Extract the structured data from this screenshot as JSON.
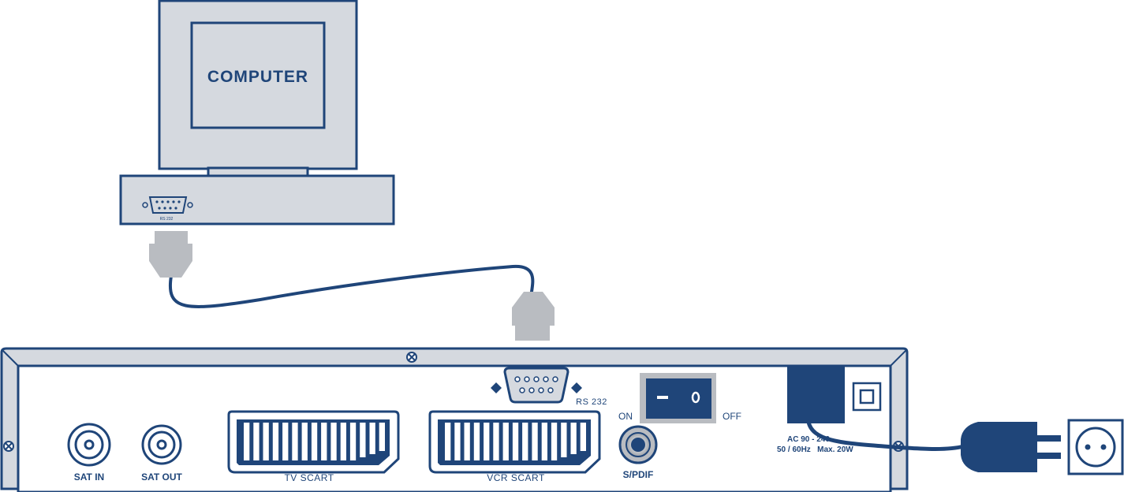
{
  "computer": {
    "screen_label": "COMPUTER",
    "port_label": "RS 232"
  },
  "receiver": {
    "ports": {
      "sat_in": "SAT IN",
      "sat_out": "SAT OUT",
      "tv_scart": "TV SCART",
      "vcr_scart": "VCR SCART",
      "rs232": "RS 232",
      "spdif": "S/PDIF"
    },
    "switch": {
      "on_label": "ON",
      "off_label": "OFF"
    },
    "power": {
      "spec_line1": "AC 90 - 240",
      "spec_line2": "50 / 60Hz   Max. 20W"
    }
  },
  "colors": {
    "outline": "#1f4579",
    "fill_light": "#d5d9df",
    "fill_dark": "#1f4579",
    "plug_gray": "#b9bcc1"
  }
}
